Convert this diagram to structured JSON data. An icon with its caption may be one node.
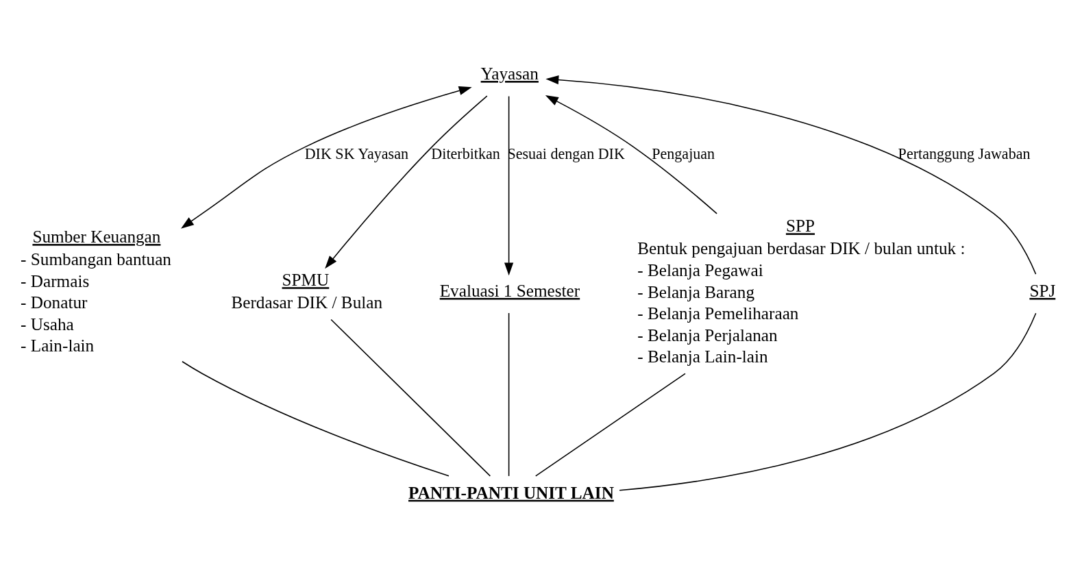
{
  "diagram": {
    "nodes": [
      {
        "text": [
          "Yayasan"
        ]
      },
      {
        "text": [
          "Sumber Keuangan",
          "- Sumbangan bantuan",
          "- Darmais",
          "- Donatur",
          "- Usaha",
          "- Lain-lain"
        ]
      },
      {
        "text": [
          "SPP",
          "Bentuk pengajuan berdasar DIK / bulan untuk :",
          "- Belanja Pegawai",
          "- Belanja Barang",
          "- Belanja Pemeliharaan",
          "- Belanja Perjalanan",
          "- Belanja Lain-lain"
        ]
      },
      {
        "text": [
          "SPMU",
          "Berdasar DIK / Bulan"
        ]
      },
      {
        "text": [
          "SPJ"
        ]
      },
      {
        "text": [
          "Evaluasi 1 Semester"
        ]
      },
      {
        "text": [
          "PANTI-PANTI UNIT LAIN"
        ]
      }
    ],
    "edges": [
      {
        "from": 0,
        "to": 1,
        "arrow": "both",
        "label": "DIK SK Yayasan"
      },
      {
        "from": 2,
        "to": 0,
        "arrow": "to",
        "label": "Pengajuan"
      },
      {
        "from": 0,
        "to": 3,
        "arrow": "to",
        "label": "Diterbitkan"
      },
      {
        "from": 4,
        "to": 0,
        "arrow": "to",
        "label": "Pertanggung Jawaban"
      },
      {
        "from": 0,
        "to": 5,
        "arrow": "to",
        "label": "Sesuai dengan DIK"
      },
      {
        "from": 1,
        "to": 6,
        "arrow": "none"
      },
      {
        "from": 2,
        "to": 6,
        "arrow": "none"
      },
      {
        "from": 3,
        "to": 6,
        "arrow": "none"
      },
      {
        "from": 4,
        "to": 6,
        "arrow": "none"
      },
      {
        "from": 5,
        "to": 6,
        "arrow": "none"
      }
    ]
  }
}
